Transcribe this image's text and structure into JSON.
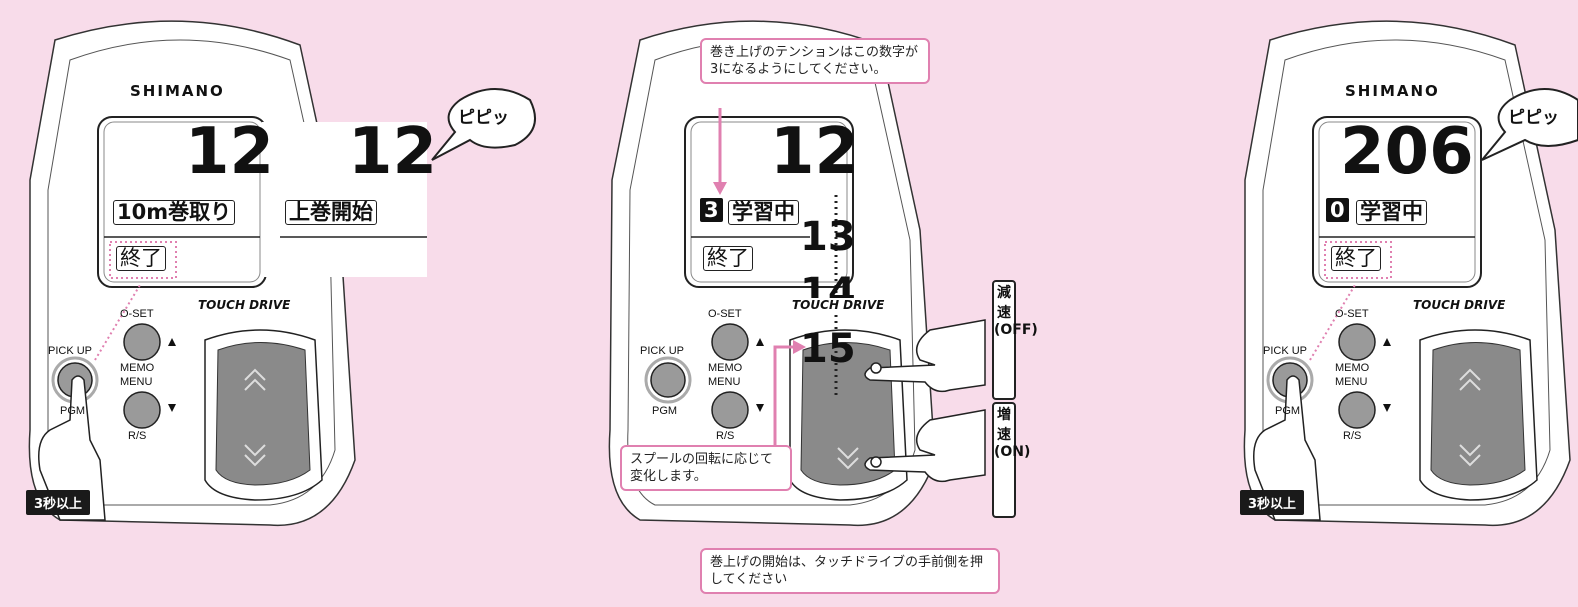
{
  "panel1": {
    "brand": "SHIMANO",
    "counter": "12",
    "mode_label": "10m巻取り",
    "end_label": "終了",
    "zoom_counter": "12",
    "zoom_label": "上巻開始",
    "beep": "ピピッ",
    "touch_drive": "TOUCH DRIVE",
    "btn_oset": "O-SET",
    "btn_memo": "MEMO",
    "btn_menu": "MENU",
    "btn_rs": "R/S",
    "btn_pickup": "PICK UP",
    "btn_pgm": "PGM",
    "hold": "3秒以上"
  },
  "panel2": {
    "counter": "12",
    "tension_value": "3",
    "mode_label": "学習中",
    "end_label": "終了",
    "count13": "13",
    "count14": "14",
    "count15": "15",
    "touch_drive": "TOUCH DRIVE",
    "btn_oset": "O-SET",
    "btn_memo": "MEMO",
    "btn_menu": "MENU",
    "btn_rs": "R/S",
    "btn_pickup": "PICK UP",
    "btn_pgm": "PGM",
    "callout_tension": "巻き上げのテンションはこの数字が3になるようにしてください。",
    "callout_spool": "スプールの回転に応じて変化します。",
    "callout_start": "巻上げの開始は、タッチドライブの手前側を押してください",
    "slow_label": "減速(OFF)",
    "fast_label": "増速(ON)"
  },
  "panel3": {
    "brand": "SHIMANO",
    "counter": "206",
    "tension_value": "0",
    "mode_label": "学習中",
    "end_label": "終了",
    "beep": "ピピッ",
    "touch_drive": "TOUCH DRIVE",
    "btn_oset": "O-SET",
    "btn_memo": "MEMO",
    "btn_menu": "MENU",
    "btn_rs": "R/S",
    "btn_pickup": "PICK UP",
    "btn_pgm": "PGM",
    "hold": "3秒以上"
  },
  "colors": {
    "background": "#f8dcea",
    "accent_pink": "#e080b0",
    "body_white": "#ffffff",
    "button_gray": "#9a9a9a"
  }
}
